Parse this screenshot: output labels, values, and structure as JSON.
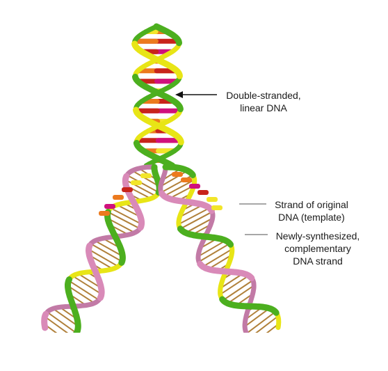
{
  "labels": {
    "double_stranded": {
      "line1": "Double-stranded,",
      "line2": "linear DNA"
    },
    "template_strand": {
      "line1": "Strand of original",
      "line2": "DNA (template)"
    },
    "new_strand": {
      "line1": "Newly-synthesized,",
      "line2": "complementary",
      "line3": "DNA strand"
    }
  },
  "colors": {
    "original_strand_green": "#4caf1f",
    "original_strand_yellow": "#e8e516",
    "new_strand_pink": "#d98ab8",
    "base_orange": "#ec7a1e",
    "base_red": "#c8241b",
    "base_magenta": "#d0117d",
    "base_yellow": "#f2e52a",
    "arrow_black": "#111111",
    "pointer_gray": "#8a8a8a"
  },
  "icons": {
    "helix": "dna-double-helix-icon"
  }
}
